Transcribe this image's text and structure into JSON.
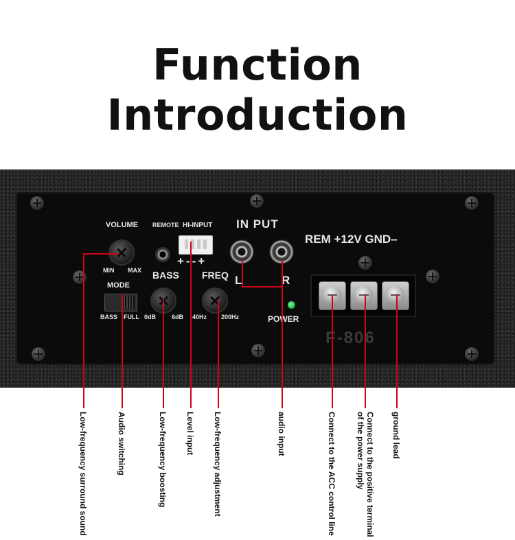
{
  "title": "Function Introduction",
  "panel": {
    "volume": "VOLUME",
    "min": "MIN",
    "max": "MAX",
    "remote": "REMOTE",
    "hi_input": "HI-INPUT",
    "hi_input_polarity": "+--+",
    "in_put": "IN PUT",
    "l": "L",
    "r": "R",
    "mode": "MODE",
    "bass_switch": "BASS",
    "full": "FULL",
    "bass": "BASS",
    "bass_min": "0dB",
    "bass_max": "6dB",
    "freq": "FREQ",
    "freq_min": "40Hz",
    "freq_max": "200Hz",
    "power": "POWER",
    "rem_12v_gnd": "REM +12V GND–",
    "model": "F-806"
  },
  "callouts": [
    "Low-frequency surround sound",
    "Audio switching",
    "Low-frequency boosting",
    "Level input",
    "Low-frequency adjustment",
    "audio input",
    "Connect to the ACC control line",
    "Connect to the positive terminal\nof the power supply",
    "ground lead"
  ],
  "colors": {
    "leader_line": "#d0021b",
    "led": "#22c55e",
    "plate": "#0b0b0b"
  }
}
